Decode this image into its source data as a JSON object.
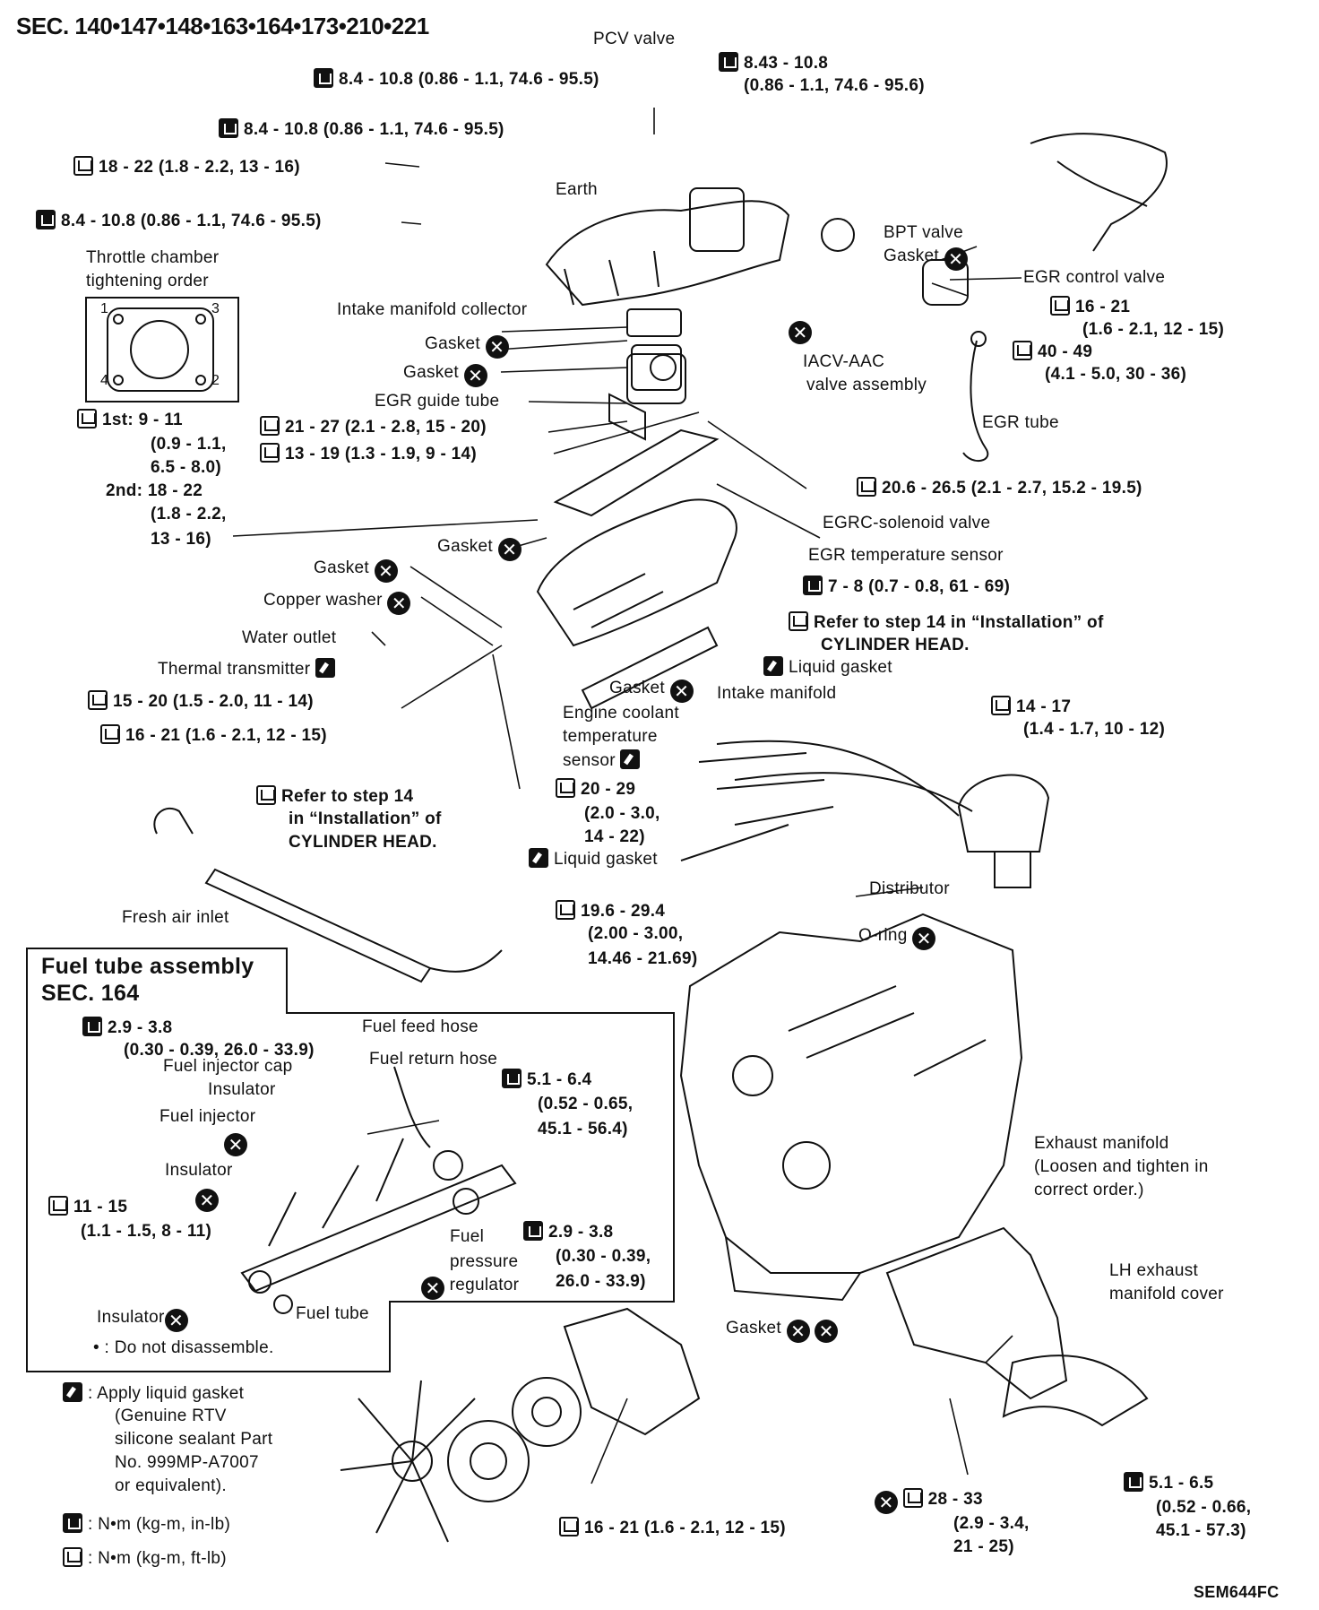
{
  "header": {
    "title": "SEC. 140•147•148•163•164•173•210•221"
  },
  "footer": {
    "code": "SEM644FC"
  },
  "labels": {
    "pcv_valve": "PCV valve",
    "earth": "Earth",
    "throttle_order_1": "Throttle chamber",
    "throttle_order_2": "tightening order",
    "intake_collector": "Intake manifold collector",
    "gasket": "Gasket",
    "egr_guide_tube": "EGR guide tube",
    "bpt_valve": "BPT valve",
    "egr_control_valve": "EGR control valve",
    "iacv_1": "IACV-AAC",
    "iacv_2": "valve assembly",
    "egr_tube": "EGR tube",
    "egrc_solenoid": "EGRC-solenoid valve",
    "egr_temp_sensor": "EGR temperature sensor",
    "copper_washer": "Copper washer",
    "water_outlet": "Water outlet",
    "thermal_transmitter": "Thermal transmitter",
    "liquid_gasket": "Liquid gasket",
    "intake_manifold": "Intake manifold",
    "ect_1": "Engine coolant",
    "ect_2": "temperature",
    "ect_3": "sensor",
    "distributor": "Distributor",
    "o_ring": "O-ring",
    "fresh_air_inlet": "Fresh air inlet",
    "exhaust_1": "Exhaust manifold",
    "exhaust_2": "(Loosen and tighten in",
    "exhaust_3": "correct order.)",
    "lh_cover_1": "LH exhaust",
    "lh_cover_2": "manifold cover"
  },
  "throttle_order_numbers": [
    "1",
    "2",
    "3",
    "4"
  ],
  "torques": {
    "t1": "8.4 - 10.8 (0.86 - 1.1, 74.6 - 95.5)",
    "t2": "8.4 - 10.8 (0.86 - 1.1, 74.6 - 95.5)",
    "t3": "18 - 22 (1.8 - 2.2, 13 - 16)",
    "t4": "8.4 - 10.8 (0.86 - 1.1, 74.6 - 95.5)",
    "t5a": "8.43 - 10.8",
    "t5b": "(0.86 - 1.1, 74.6 - 95.6)",
    "t6a": "16 - 21",
    "t6b": "(1.6 - 2.1, 12 - 15)",
    "t7a": "40 - 49",
    "t7b": "(4.1 - 5.0, 30 - 36)",
    "t8a": "1st: 9 - 11",
    "t8b": "(0.9 - 1.1,",
    "t8c": "6.5 - 8.0)",
    "t8d": "2nd: 18 - 22",
    "t8e": "(1.8 - 2.2,",
    "t8f": "13 - 16)",
    "t9": "21 - 27 (2.1 - 2.8, 15 - 20)",
    "t10": "13 - 19 (1.3 - 1.9, 9 - 14)",
    "t11": "20.6 - 26.5 (2.1 - 2.7, 15.2 - 19.5)",
    "t12": "7 - 8 (0.7 - 0.8, 61 - 69)",
    "t13a": "Refer to step 14 in “Installation” of",
    "t13b": "CYLINDER HEAD.",
    "t14": "15 - 20 (1.5 - 2.0, 11 - 14)",
    "t15": "16 - 21 (1.6 - 2.1, 12 - 15)",
    "t16a": "14 - 17",
    "t16b": "(1.4 - 1.7, 10 - 12)",
    "t17a": "Refer to step 14",
    "t17b": "in “Installation” of",
    "t17c": "CYLINDER HEAD.",
    "t18a": "20 - 29",
    "t18b": "(2.0 - 3.0,",
    "t18c": "14 - 22)",
    "t19a": "19.6 - 29.4",
    "t19b": "(2.00 - 3.00,",
    "t19c": "14.46 - 21.69)",
    "t20a": "5.1 - 6.5",
    "t20b": "(0.52 - 0.66,",
    "t20c": "45.1 - 57.3)",
    "t21a": "28 - 33",
    "t21b": "(2.9 - 3.4,",
    "t21c": "21 - 25)",
    "t22": "16 - 21 (1.6 - 2.1, 12 - 15)"
  },
  "fuel_box": {
    "title1": "Fuel tube assembly",
    "title2": "SEC. 164",
    "t1a": "2.9 - 3.8",
    "t1b": "(0.30 - 0.39, 26.0 - 33.9)",
    "feed_hose": "Fuel feed hose",
    "injector_cap": "Fuel injector cap",
    "return_hose": "Fuel return hose",
    "insulator": "Insulator",
    "injector": "Fuel injector",
    "t2a": "5.1 - 6.4",
    "t2b": "(0.52 - 0.65,",
    "t2c": "45.1 - 56.4)",
    "t3a": "11 - 15",
    "t3b": "(1.1 - 1.5, 8 - 11)",
    "fuel": "Fuel",
    "pressure": "pressure",
    "regulator": "regulator",
    "t4a": "2.9 - 3.8",
    "t4b": "(0.30 - 0.39,",
    "t4c": "26.0 - 33.9)",
    "fuel_tube": "Fuel tube",
    "note": "• : Do not disassemble."
  },
  "legend": {
    "lg1": ": Apply liquid gasket",
    "lg2": "(Genuine RTV",
    "lg3": "silicone sealant Part",
    "lg4": "No. 999MP-A7007",
    "lg5": "or equivalent).",
    "nm_inlb": ": N•m (kg-m, in-lb)",
    "nm_ftlb": ": N•m (kg-m, ft-lb)"
  }
}
